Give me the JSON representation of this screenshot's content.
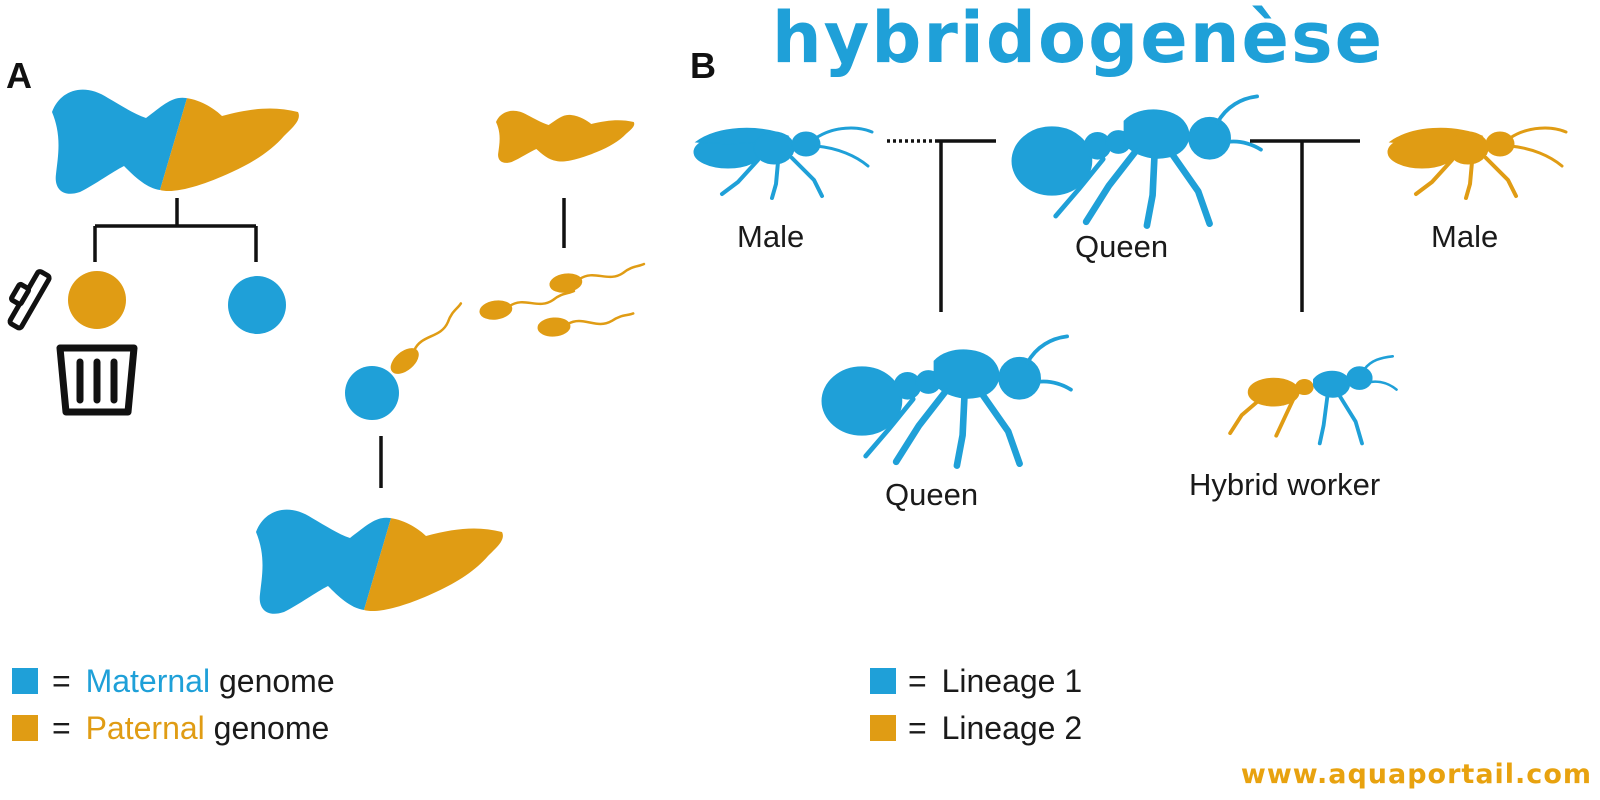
{
  "title": "hybridogenèse",
  "footer": "www.aquaportail.com",
  "colors": {
    "lineage_blue": "#1fa0d8",
    "lineage_orange": "#e09c14",
    "footer_orange": "#e8a20f",
    "ink": "#111111"
  },
  "panel_a": {
    "letter": "A",
    "icons": [
      "fish-icon",
      "egg-icon",
      "sperm-icon",
      "trash-can-icon"
    ],
    "legend": [
      {
        "swatch": "blue",
        "colored_word": "Maternal",
        "rest": " genome",
        "eq": "="
      },
      {
        "swatch": "orange",
        "colored_word": "Paternal",
        "rest": " genome",
        "eq": "="
      }
    ]
  },
  "panel_b": {
    "letter": "B",
    "labels": {
      "male_left": "Male",
      "queen_top": "Queen",
      "male_right": "Male",
      "queen_bottom": "Queen",
      "hybrid_worker": "Hybrid worker"
    },
    "icons": [
      "ant-icon"
    ],
    "legend": [
      {
        "swatch": "blue",
        "text": "Lineage 1",
        "eq": "="
      },
      {
        "swatch": "orange",
        "text": "Lineage 2",
        "eq": "="
      }
    ]
  }
}
